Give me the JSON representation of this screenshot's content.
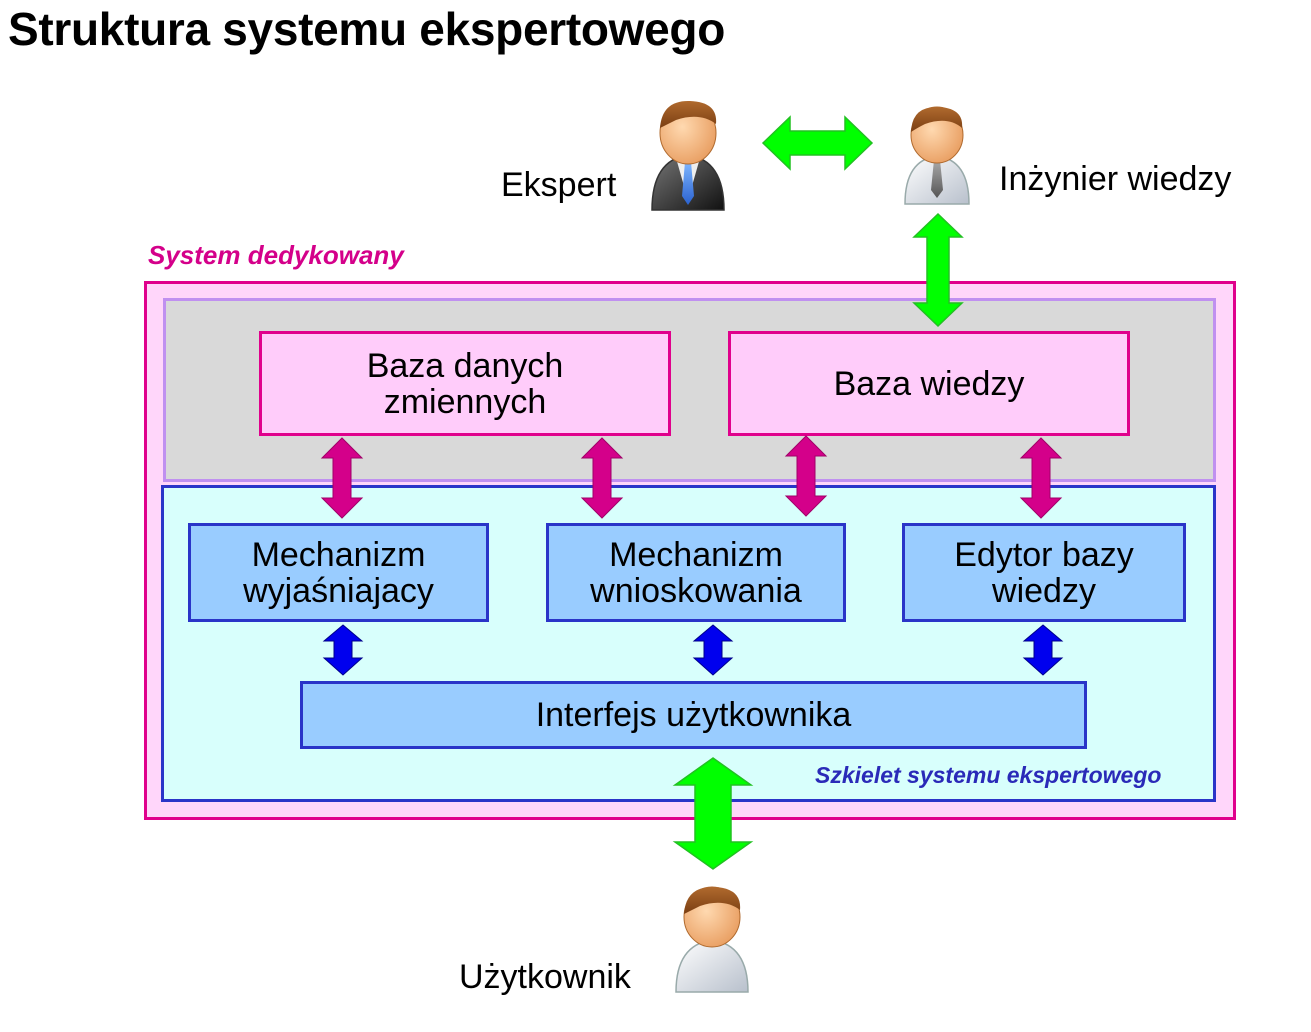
{
  "title": "Struktura systemu ekspertowego",
  "actors": {
    "expert": {
      "label": "Ekspert",
      "icon": "person-dark-suit-icon"
    },
    "knowledge_engineer": {
      "label": "Inżynier wiedzy",
      "icon": "person-light-shirt-icon"
    },
    "user": {
      "label": "Użytkownik",
      "icon": "person-light-shirt-icon"
    }
  },
  "regions": {
    "dedicated_system": "System dedykowany",
    "expert_system_shell": "Szkielet systemu ekspertowego"
  },
  "boxes": {
    "variable_database": "Baza danych\nzmiennych",
    "knowledge_base": "Baza wiedzy",
    "explanation_mechanism": "Mechanizm\nwyjaśniajacy",
    "inference_mechanism": "Mechanizm\nwnioskowania",
    "knowledge_base_editor": "Edytor bazy\nwiedzy",
    "user_interface": "Interfejs użytkownika"
  },
  "colors": {
    "green_arrow": "#00ff00",
    "magenta_arrow": "#d4008a",
    "blue_arrow": "#0000ee",
    "pink_fill": "#ffccfa",
    "blue_fill": "#99ccff",
    "shell_fill": "#d8fffc",
    "knowledge_layer_fill": "#d9d9d9"
  }
}
